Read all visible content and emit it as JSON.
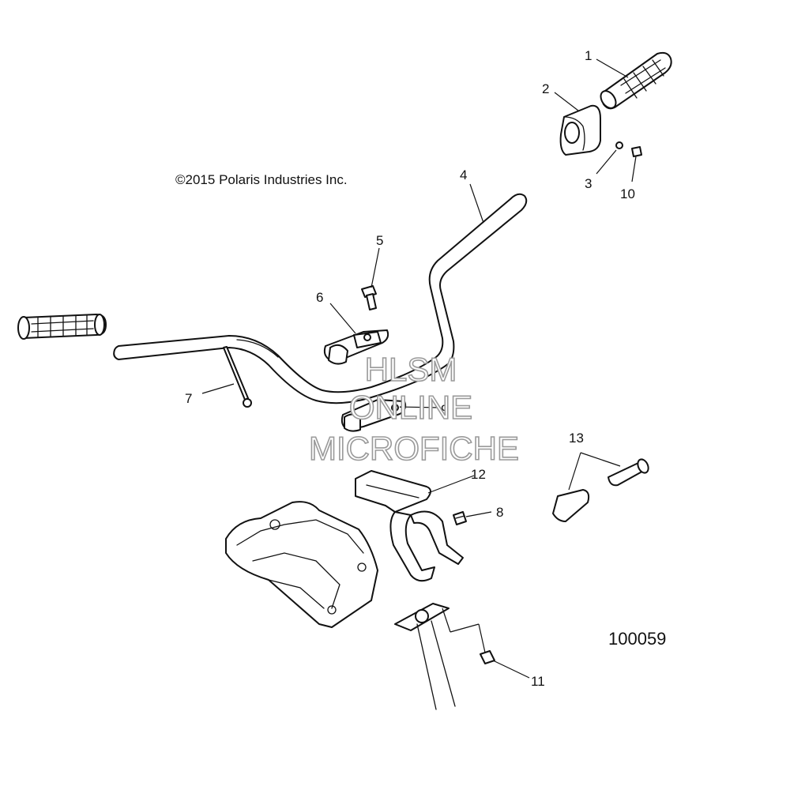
{
  "copyright": "©2015 Polaris Industries Inc.",
  "figure_number": "100059",
  "watermark": {
    "line1": "HLSM",
    "line2": "ONLINE",
    "line3": "MICROFICHE",
    "color": "#9a9a9a"
  },
  "callouts": [
    "1",
    "2",
    "3",
    "4",
    "5",
    "6",
    "7",
    "8",
    "9",
    "10",
    "11",
    "12",
    "13"
  ],
  "parts": [
    {
      "ref": "1",
      "icon": "handlebar-grip-icon"
    },
    {
      "ref": "2",
      "icon": "switch-housing-icon"
    },
    {
      "ref": "3",
      "icon": "small-screw-icon"
    },
    {
      "ref": "4",
      "icon": "handlebar-icon"
    },
    {
      "ref": "5",
      "icon": "bolt-icon"
    },
    {
      "ref": "6",
      "icon": "upper-clamp-icon"
    },
    {
      "ref": "7",
      "icon": "long-bolt-icon"
    },
    {
      "ref": "8",
      "icon": "screw-icon"
    },
    {
      "ref": "9",
      "icon": "lower-clamp-icon"
    },
    {
      "ref": "10",
      "icon": "washer-icon"
    },
    {
      "ref": "11",
      "icon": "nut-icon"
    },
    {
      "ref": "12",
      "icon": "mount-bracket-icon"
    },
    {
      "ref": "13",
      "icon": "bar-end-icon"
    }
  ]
}
